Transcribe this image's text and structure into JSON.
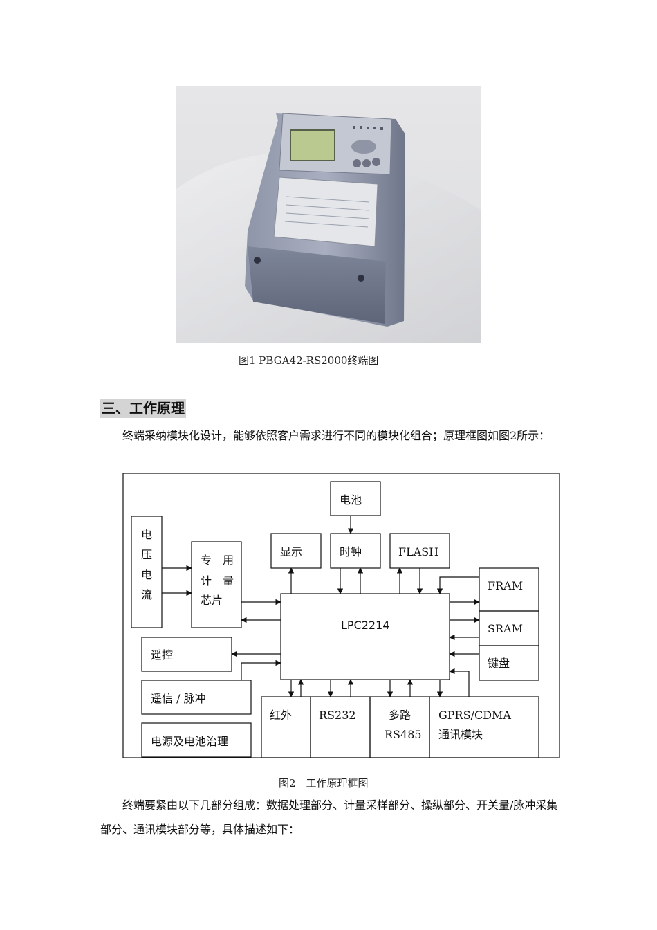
{
  "figure1": {
    "caption": "图1 PBGA42-RS2000终端图"
  },
  "section": {
    "heading": "三、工作原理"
  },
  "paragraph1": "终端采纳模块化设计，能够依照客户需求进行不同的模块化组合；原理框图如图2所示：",
  "diagram": {
    "battery": "电池",
    "voltage_current": [
      "电",
      "压",
      "电",
      "流"
    ],
    "meter_chip": [
      "专　用",
      "计　量",
      "芯片"
    ],
    "display": "显示",
    "clock": "时钟",
    "flash": "FLASH",
    "fram": "FRAM",
    "sram": "SRAM",
    "keyboard": "键盘",
    "cpu": "LPC2214",
    "remote_control": "遥控",
    "remote_signal": "遥信 / 脉冲",
    "power": "电源及电池治理",
    "infrared": "红外",
    "rs232": "RS232",
    "rs485": [
      "多路",
      "RS485"
    ],
    "gprs": [
      "GPRS/CDMA",
      "通讯模块"
    ]
  },
  "figure2": {
    "caption": "图2　工作原理框图"
  },
  "paragraph2": "终端要紧由以下几部分组成：数据处理部分、计量采样部分、操纵部分、开关量/脉冲采集部分、通讯模块部分等，具体描述如下："
}
